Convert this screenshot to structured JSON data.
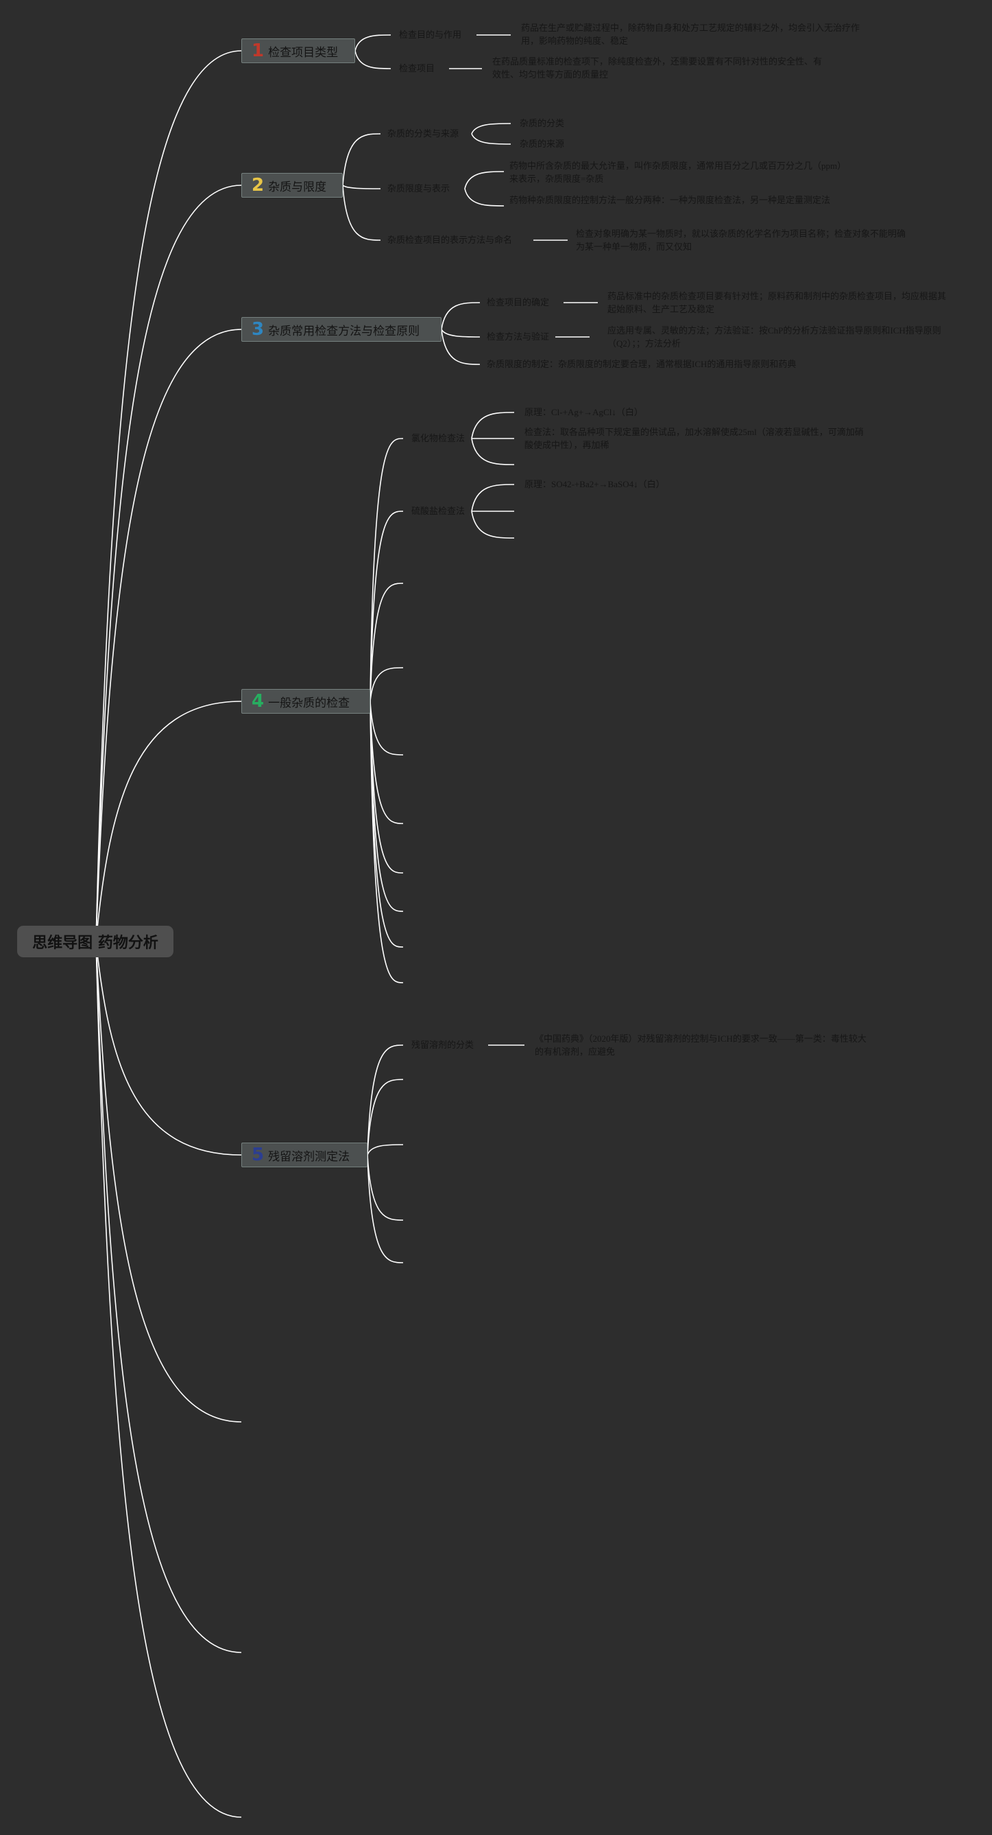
{
  "colors": {
    "background": "#2d2d2d",
    "connector": "#ffffff",
    "topic_fill": "#4c5050",
    "topic_border": "#75807e",
    "text": "#161616"
  },
  "root": {
    "label": "思维导图 药物分析"
  },
  "topics": [
    {
      "number": "1",
      "number_color": "#c0392b",
      "label": "检查项目类型",
      "children": [
        {
          "label": "检查目的与作用",
          "detail": "药品在生产或贮藏过程中，除药物自身和处方工艺规定的辅料之外，均会引入无治疗作用，影响药物的纯度、稳定"
        },
        {
          "label": "检查项目",
          "detail": "在药品质量标准的检查项下，除纯度检查外，还需要设置有不同针对性的安全性、有效性、均匀性等方面的质量控"
        }
      ]
    },
    {
      "number": "2",
      "number_color": "#e8c547",
      "label": "杂质与限度",
      "children": [
        {
          "label": "杂质的分类与来源",
          "sub": [
            "杂质的分类",
            "杂质的来源"
          ]
        },
        {
          "label": "杂质限度与表示",
          "sub": [
            "药物中所含杂质的最大允许量，叫作杂质限度，通常用百分之几或百万分之几（ppm）来表示，杂质限度=杂质",
            "药物种杂质限度的控制方法一般分两种：一种为限度检查法，另一种是定量测定法"
          ]
        },
        {
          "label": "杂质检查项目的表示方法与命名",
          "detail": "检查对象明确为某一物质时，就以该杂质的化学名作为项目名称；检查对象不能明确为某一种单一物质，而又仅知"
        }
      ]
    },
    {
      "number": "3",
      "number_color": "#2e86c1",
      "label": "杂质常用检查方法与检查原则",
      "children": [
        {
          "label": "检查项目的确定",
          "detail": "药品标准中的杂质检查项目要有针对性；原料药和制剂中的杂质检查项目，均应根据其起始原料、生产工艺及稳定"
        },
        {
          "label": "检查方法与验证",
          "detail": "应选用专属、灵敏的方法；方法验证：按ChP的分析方法验证指导原则和ICH指导原则（Q2）；；方法分析"
        },
        {
          "label": "杂质限度的制定：杂质限度的制定要合理，通常根据ICH的通用指导原则和药典"
        }
      ]
    },
    {
      "number": "4",
      "number_color": "#27ae60",
      "label": "一般杂质的检查",
      "children": [
        {
          "label": "氯化物检查法",
          "sub": [
            "原理：Cl-+Ag+→AgCl↓（白）",
            "检查法：取各品种项下规定量的供试品，加水溶解使成25ml（溶液若显碱性，可滴加硝酸使成中性），再加稀"
          ]
        },
        {
          "label": "硫酸盐检查法",
          "sub": [
            "原理：SO42-+Ba2+→BaSO4↓（白）"
          ]
        }
      ]
    },
    {
      "number": "5",
      "number_color": "#2c3e91",
      "label": "残留溶剂测定法",
      "children": [
        {
          "label": "残留溶剂的分类",
          "detail": "《中国药典》（2020年版）对残留溶剂的控制与ICH的要求一致——第一类：毒性较大的有机溶剂，应避免"
        }
      ]
    }
  ]
}
